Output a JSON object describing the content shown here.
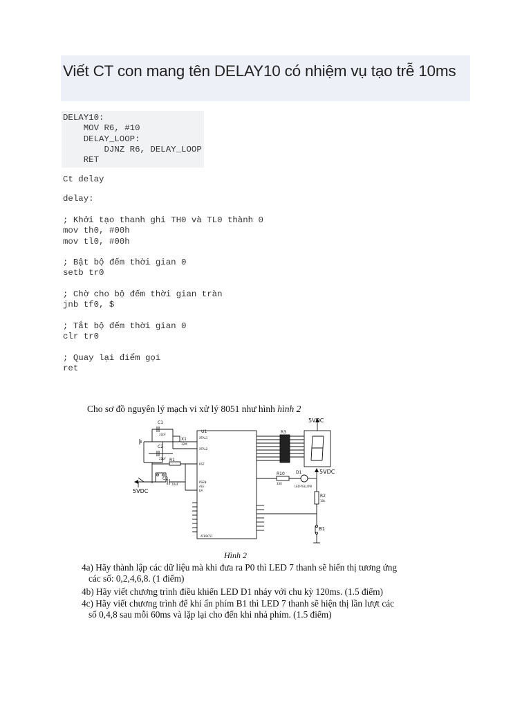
{
  "title": "Viết CT con mang tên DELAY10 có nhiệm vụ tạo trễ 10ms",
  "code_block": "DELAY10:\n    MOV R6, #10\n    DELAY_LOOP:\n        DJNZ R6, DELAY_LOOP\n    RET",
  "ct_delay": "Ct delay",
  "delay_label": "delay:",
  "delay_code": "; Khởi tạo thanh ghi TH0 và TL0 thành 0\nmov th0, #00h\nmov tl0, #00h\n\n; Bật bộ đếm thời gian 0\nsetb tr0\n\n; Chờ cho bộ đếm thời gian tràn\njnb tf0, $\n\n; Tắt bộ đếm thời gian 0\nclr tr0\n\n; Quay lại điểm gọi\nret",
  "figure": {
    "intro": "Cho sơ đồ nguyên lý mạch vi xử lý 8051 như hình",
    "intro_ref": "hình 2",
    "caption": "Hình 2",
    "labels": {
      "vdc_top": "5VDC",
      "vdc_led": "5VDC",
      "vdc_left": "5VDC",
      "c1": "C1",
      "c2": "C2",
      "c3": "C3",
      "x1": "X1",
      "u1": "U1",
      "r1": "R1",
      "r3": "R3",
      "r10": "R10",
      "d1": "D1",
      "r2": "R2",
      "b1": "B1",
      "cap22": "22pF",
      "crystal": "12M",
      "cap10u": "10uF",
      "chip": "AT89C51",
      "r2_val": "10k",
      "r10_val": "330",
      "led_name": "LED-YELLOW",
      "xtal1": "XTAL1",
      "xtal2": "XTAL2",
      "rst": "RST",
      "psen": "PSEN",
      "ale": "ALE",
      "ea": "EA"
    },
    "questions": {
      "q4a_line1": "4a) Hãy thành lập các dữ liệu mà khi đưa ra P0 thì LED 7 thanh sẽ hiển thị tương ứng",
      "q4a_line2": "các số: 0,2,4,6,8. (1 điểm)",
      "q4b": "4b) Hãy viết chương trình điều khiển LED D1 nháy với chu kỳ 120ms. (1.5 điểm)",
      "q4c_line1": "4c) Hãy viết chương trình để khi ấn phím B1 thì LED 7 thanh sẽ hiện thị lần lượt các",
      "q4c_line2": "số 0,4,8 sau mỗi 60ms và lặp lại cho đến khi nhả phím. (1.5 điểm)"
    }
  }
}
